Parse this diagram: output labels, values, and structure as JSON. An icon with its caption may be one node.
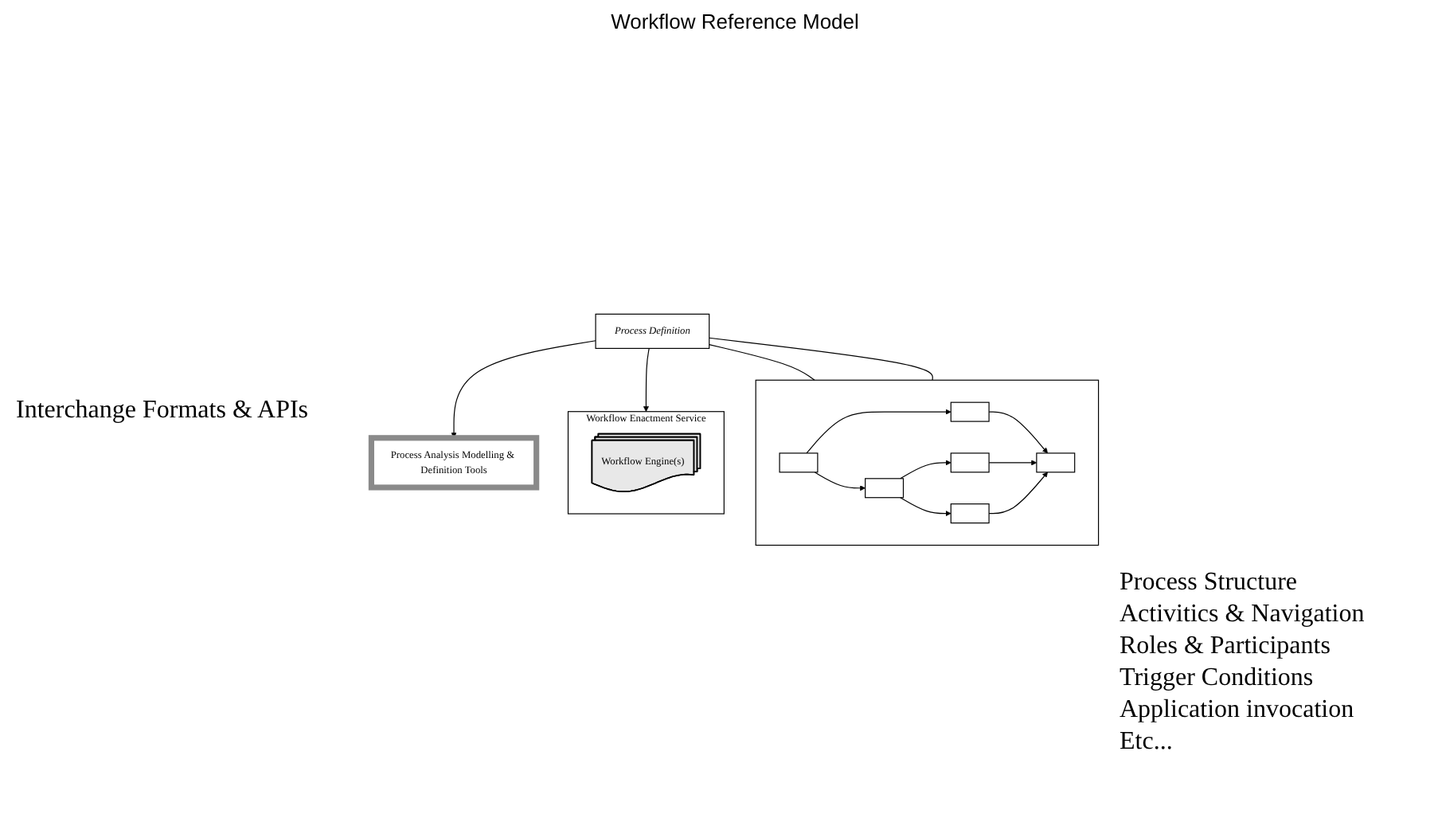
{
  "diagram": {
    "title": "Workflow Reference Model",
    "nodes": [
      {
        "text": [
          "Process Analysis Modelling & Definition Tools"
        ]
      },
      {
        "text": [
          "Process Definition"
        ]
      },
      {
        "text": [
          "Workflow Enactment Service"
        ]
      },
      {
        "text": [
          "Workflow Engine(s)"
        ],
        "in": 2
      },
      {
        "text": [],
        "shape": "box"
      },
      {
        "text": [],
        "shape": "box",
        "in": 4
      },
      {
        "text": [],
        "shape": "box",
        "in": 4
      },
      {
        "text": [],
        "shape": "box",
        "in": 4
      },
      {
        "text": [],
        "shape": "box",
        "in": 4
      },
      {
        "text": [],
        "shape": "box",
        "in": 4
      },
      {
        "text": [],
        "shape": "box",
        "in": 4
      }
    ],
    "edges": [
      {
        "from": 1,
        "to": 0,
        "arrow": "to"
      },
      {
        "from": 1,
        "to": 2,
        "arrow": "to"
      },
      {
        "from": 1,
        "to": 4,
        "arrow": "none"
      },
      {
        "from": 1,
        "to": 4,
        "arrow": "none"
      },
      {
        "from": 5,
        "to": 7,
        "arrow": "to"
      },
      {
        "from": 5,
        "to": 6,
        "arrow": "to"
      },
      {
        "from": 6,
        "to": 8,
        "arrow": "to"
      },
      {
        "from": 6,
        "to": 9,
        "arrow": "to"
      },
      {
        "from": 7,
        "to": 10,
        "arrow": "to"
      },
      {
        "from": 8,
        "to": 10,
        "arrow": "to"
      },
      {
        "from": 9,
        "to": 10,
        "arrow": "to"
      }
    ],
    "labels": [
      "Interchange Formats & APIs",
      "Process Structure",
      "Activitics & Navigation",
      "Roles & Participants",
      "Trigger Conditions",
      "Application invocation",
      "Etc..."
    ]
  }
}
